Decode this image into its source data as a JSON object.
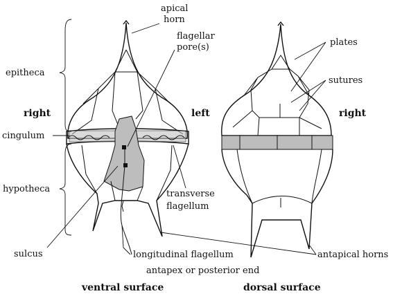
{
  "labels": {
    "apical_horn_1": "apical",
    "apical_horn_2": "horn",
    "flagellar_pore_1": "flagellar",
    "flagellar_pore_2": "pore(s)",
    "plates": "plates",
    "sutures": "sutures",
    "epitheca": "epitheca",
    "right_ventral": "right",
    "left_ventral": "left",
    "right_dorsal": "right",
    "cingulum": "cingulum",
    "hypotheca": "hypotheca",
    "transverse_flagellum_1": "transverse",
    "transverse_flagellum_2": "flagellum",
    "sulcus": "sulcus",
    "longitudinal_flagellum": "longitudinal flagellum",
    "antapical_horns": "antapical horns",
    "antapex": "antapex or posterior end",
    "ventral_surface": "ventral surface",
    "dorsal_surface": "dorsal surface"
  },
  "colors": {
    "ink": "#111111",
    "shading": "#bdbdbd",
    "background": "#ffffff"
  }
}
